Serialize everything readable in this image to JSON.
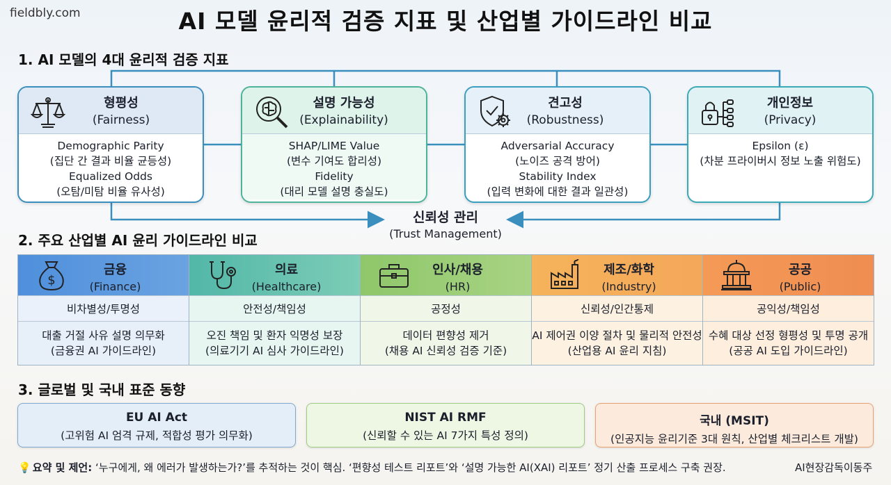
{
  "brand": "fieldbly.com",
  "title": "AI 모델 윤리적 검증 지표 및 산업별 가이드라인 비교",
  "section1_title": "1. AI 모델의 4대 윤리적 검증 지표",
  "metrics": [
    {
      "name": "형평성",
      "sub": "(Fairness)",
      "lines": [
        "Demographic Parity",
        "(집단 간 결과 비율 균등성)",
        "Equalized Odds",
        "(오탐/미탐 비율 유사성)"
      ],
      "icon": "scales-icon"
    },
    {
      "name": "설명 가능성",
      "sub": "(Explainability)",
      "lines": [
        "SHAP/LIME Value",
        "(변수 기여도 합리성)",
        "Fidelity",
        "(대리 모델 설명 충실도)"
      ],
      "icon": "brain-magnifier-icon"
    },
    {
      "name": "견고성",
      "sub": "(Robustness)",
      "lines": [
        "Adversarial Accuracy",
        "(노이즈 공격 방어)",
        "Stability Index",
        "(입력 변화에 대한 결과 일관성)"
      ],
      "icon": "shield-gear-icon"
    },
    {
      "name": "개인정보",
      "sub": "(Privacy)",
      "lines": [
        "Epsilon (ε)",
        "(차분 프라이버시 정보 노출 위험도)"
      ],
      "icon": "lock-network-icon"
    }
  ],
  "trust": {
    "main": "신뢰성 관리",
    "sub": "(Trust Management)"
  },
  "section2_title": "2. 주요 산업별 AI 윤리 가이드라인 비교",
  "industries": [
    {
      "name": "금융",
      "sub": "(Finance)",
      "key": "비차별성/투명성",
      "desc1": "대출 거절 사유 설명 의무화",
      "desc2": "(금융권 AI 가이드라인)",
      "icon": "money-bag-icon"
    },
    {
      "name": "의료",
      "sub": "(Healthcare)",
      "key": "안전성/책임성",
      "desc1": "오진 책임 및 환자 익명성 보장",
      "desc2": "(의료기기 AI 심사 가이드라인)",
      "icon": "stethoscope-icon"
    },
    {
      "name": "인사/채용",
      "sub": "(HR)",
      "key": "공정성",
      "desc1": "데이터 편향성 제거",
      "desc2": "(채용 AI 신뢰성 검증 기준)",
      "icon": "briefcase-icon"
    },
    {
      "name": "제조/화학",
      "sub": "(Industry)",
      "key": "신뢰성/인간통제",
      "desc1": "AI 제어권 이양 절차 및 물리적 안전성",
      "desc2": "(산업용 AI 윤리 지침)",
      "icon": "factory-icon"
    },
    {
      "name": "공공",
      "sub": "(Public)",
      "key": "공익성/책임성",
      "desc1": "수혜 대상 선정 형평성 및 투명 공개",
      "desc2": "(공공 AI 도입 가이드라인)",
      "icon": "government-building-icon"
    }
  ],
  "section3_title": "3. 글로벌 및 국내 표준 동향",
  "standards": [
    {
      "name": "EU AI Act",
      "desc": "(고위험 AI 엄격 규제, 적합성 평가 의무화)"
    },
    {
      "name": "NIST AI RMF",
      "desc": "(신뢰할 수 있는 AI 7가지 특성 정의)"
    },
    {
      "name": "국내 (MSIT)",
      "desc": "(인공지능 윤리기준 3대 원칙, 산업별 체크리스트 개발)"
    }
  ],
  "summary": {
    "label": "요약 및 제언:",
    "text": "‘누구에게, 왜 에러가 발생하는가?’를 추적하는 것이 핵심. ‘편향성 테스트 리포트’와 ‘설명 가능한 AI(XAI) 리포트’ 정기 산출 프로세스 구축 권장.",
    "icon": "lightbulb-icon"
  },
  "author": "AI현장감독이동주",
  "colors": {
    "line": "#3a8fbf",
    "finance": "#4f8fdc",
    "healthcare": "#52b7a8",
    "hr": "#8fc76a",
    "industry": "#f6b35b",
    "public": "#f08d52"
  }
}
